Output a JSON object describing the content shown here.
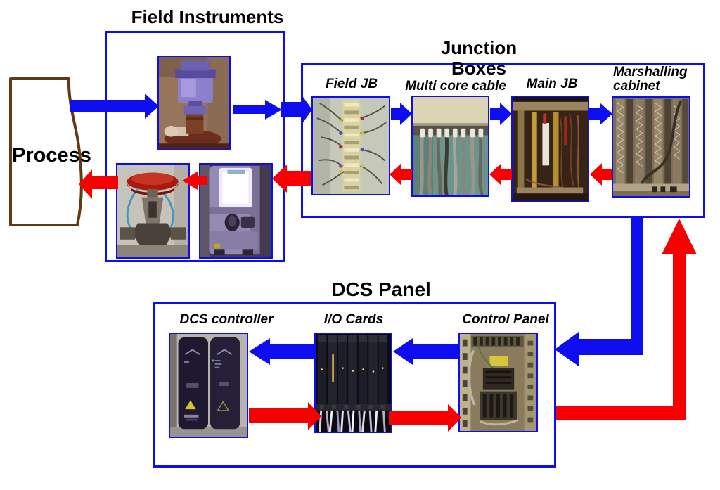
{
  "colors": {
    "blue": "#0d0df0",
    "red": "#f80000",
    "brown": "#5f3a12",
    "text": "#000000",
    "background": "#ffffff"
  },
  "process": {
    "label": "Process"
  },
  "field_instruments": {
    "title": "Field Instruments"
  },
  "junction_boxes": {
    "title": "Junction Boxes",
    "items": [
      {
        "label": "Field JB"
      },
      {
        "label": "Multi core cable"
      },
      {
        "label": "Main JB"
      },
      {
        "label": "Marshalling cabinet"
      }
    ]
  },
  "dcs_panel": {
    "title": "DCS Panel",
    "items": [
      {
        "label": "DCS controller"
      },
      {
        "label": "I/O Cards"
      },
      {
        "label": "Control Panel"
      }
    ]
  }
}
